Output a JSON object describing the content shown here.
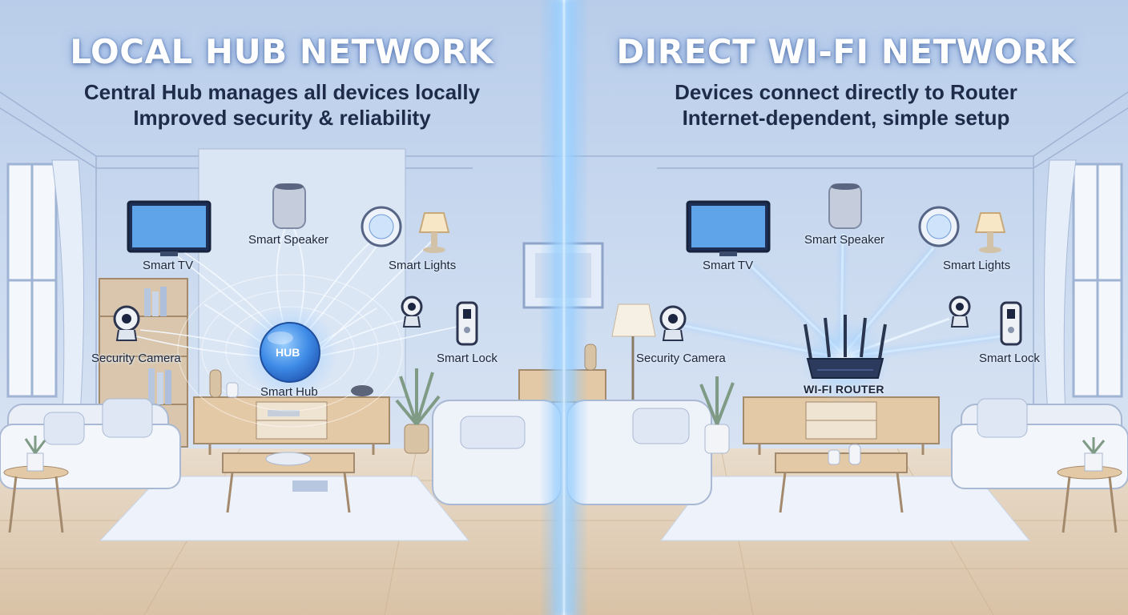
{
  "left": {
    "title": "LOCAL HUB NETWORK",
    "subtitle_line1": "Central Hub manages all devices locally",
    "subtitle_line2": "Improved security & reliability",
    "hub_badge": "HUB",
    "devices": {
      "tv": "Smart TV",
      "speaker": "Smart Speaker",
      "lights": "Smart Lights",
      "camera": "Security Camera",
      "lock": "Smart Lock",
      "hub": "Smart Hub"
    }
  },
  "right": {
    "title": "DIRECT WI-FI NETWORK",
    "subtitle_line1": "Devices connect directly to Router",
    "subtitle_line2": "Internet-dependent, simple setup",
    "devices": {
      "tv": "Smart TV",
      "speaker": "Smart Speaker",
      "lights": "Smart Lights",
      "camera": "Security Camera",
      "lock": "Smart Lock",
      "router": "WI-FI ROUTER"
    }
  },
  "colors": {
    "wall": "#c9d9ef",
    "floor": "#e7d7c2",
    "accent_glow": "#5aa9ff",
    "hub_blue": "#2f7ae0"
  },
  "icons": [
    "tv-icon",
    "speaker-icon",
    "thermostat-icon",
    "lamp-icon",
    "camera-icon",
    "lock-icon",
    "hub-icon",
    "router-icon"
  ]
}
